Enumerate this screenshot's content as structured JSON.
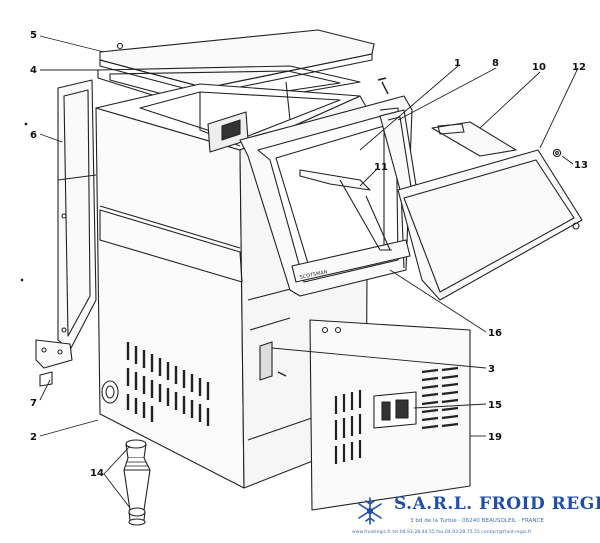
{
  "diagram": {
    "callouts": [
      "5",
      "4",
      "6",
      "7",
      "2",
      "14",
      "1",
      "8",
      "10",
      "12",
      "13",
      "11",
      "16",
      "3",
      "15",
      "19"
    ],
    "panel_brand_label": "SCOTSMAN"
  },
  "brand": {
    "name": "S.A.R.L. FROID REGIS",
    "address": "3 bd de la Turbie · 06240 BEAUSOLEIL · FRANCE",
    "contact": "www.froidregis.fr  tel.04.93.28.44.55  fax.04.93.28.75.55  contact@froid-regis.fr",
    "color": "#1f4fa8"
  }
}
